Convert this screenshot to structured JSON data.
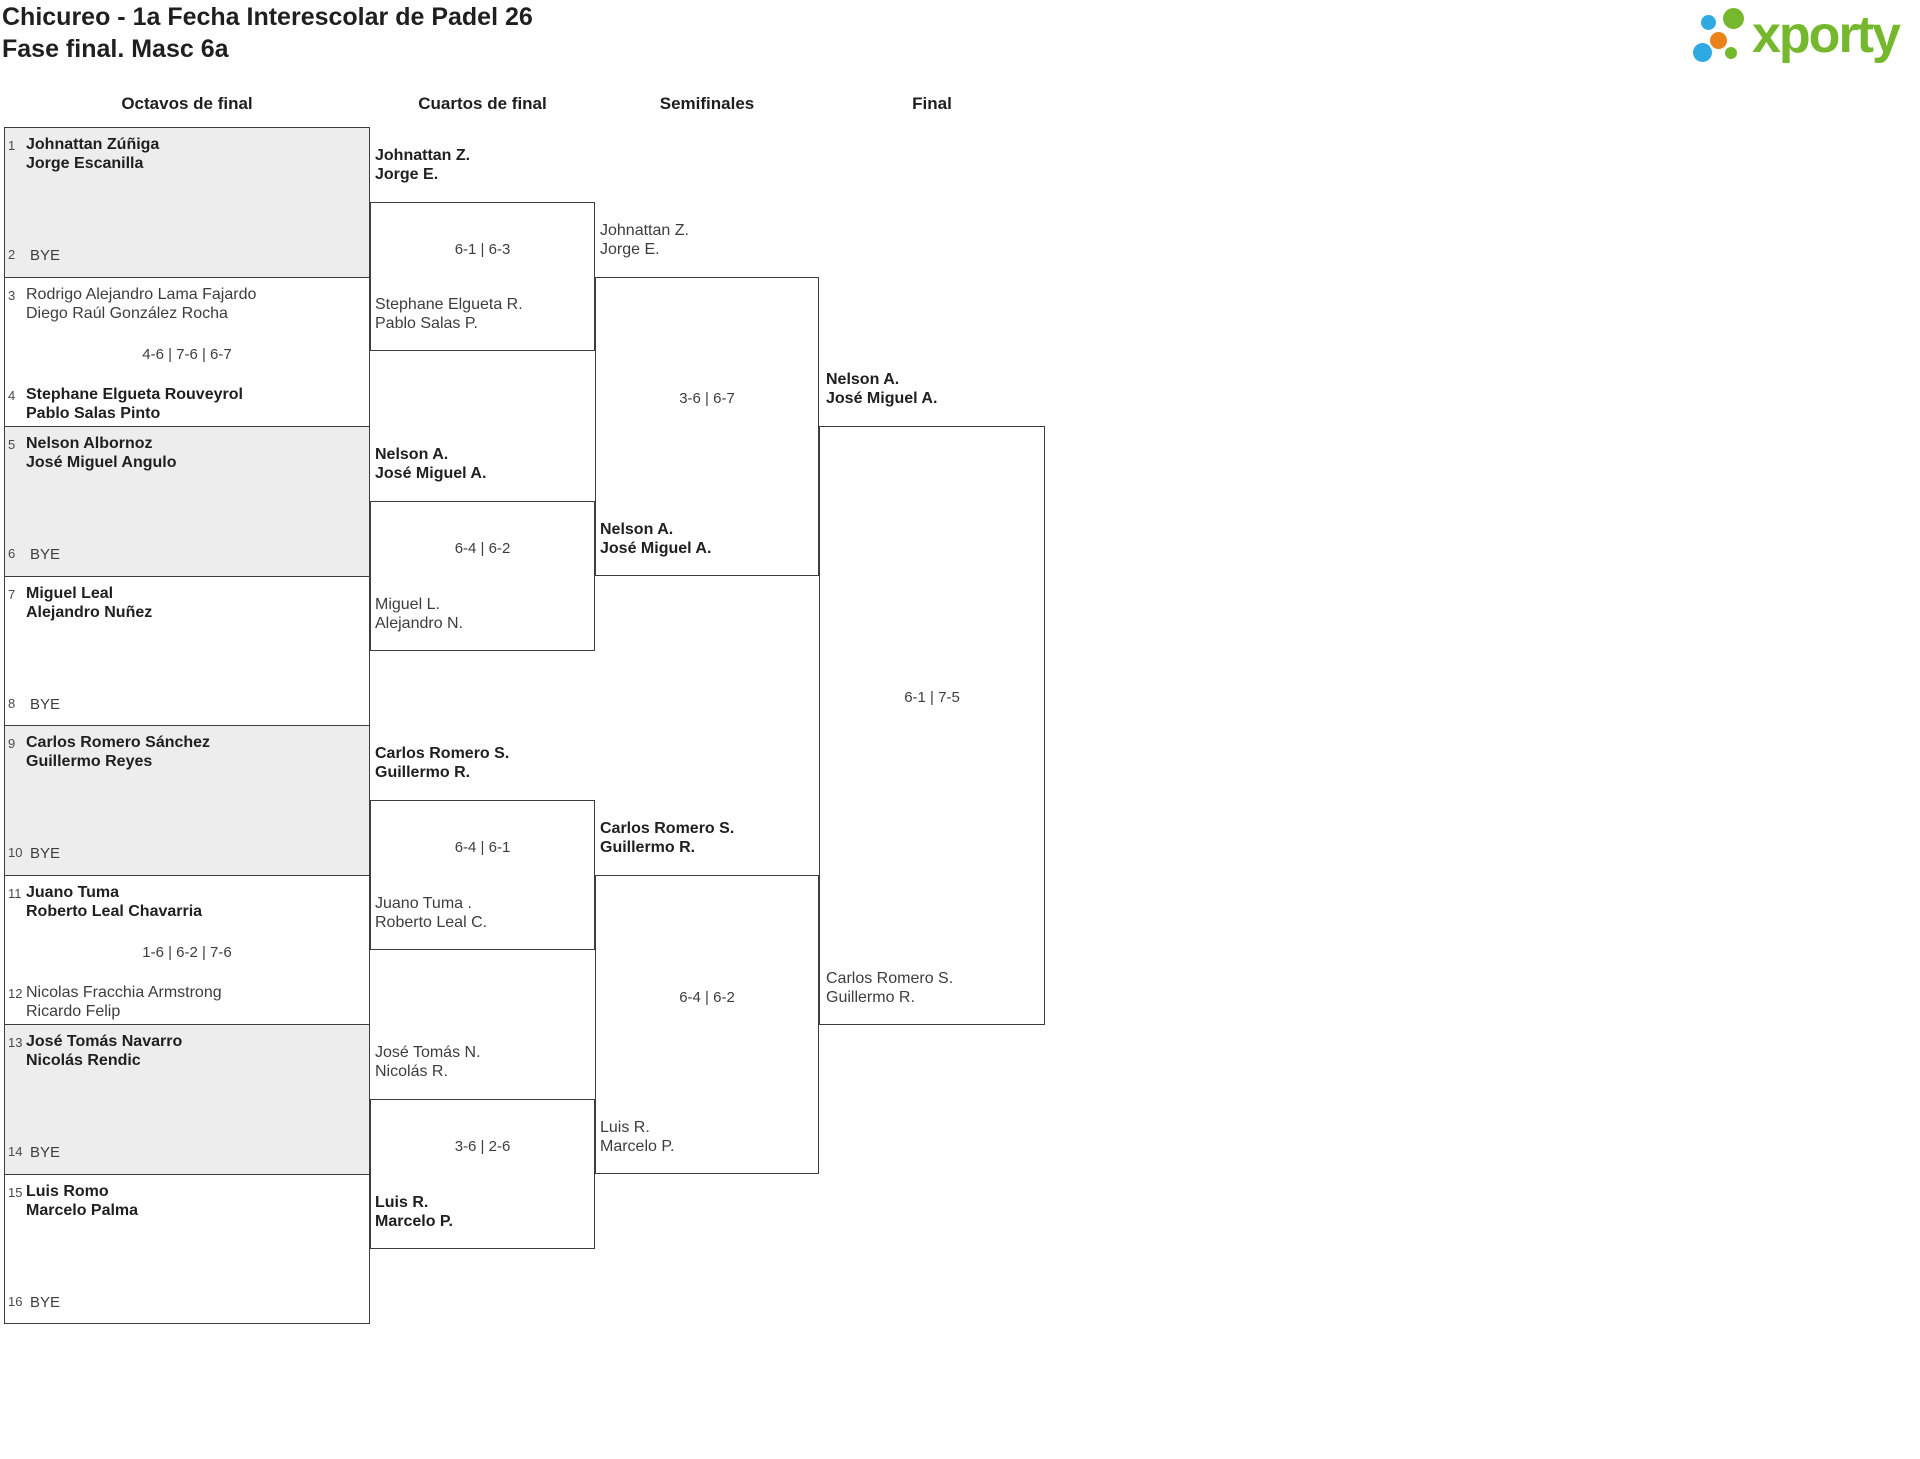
{
  "page": {
    "title_line1": "Chicureo - 1a Fecha Interescolar de Padel 26",
    "title_line2": "Fase final. Masc 6a"
  },
  "logo": {
    "text": "xporty",
    "green": "#76B82D",
    "blue": "#2FA9E1",
    "orange": "#E98218"
  },
  "headers": {
    "octavos": "Octavos de final",
    "cuartos": "Cuartos de final",
    "semis": "Semifinales",
    "final": "Final"
  },
  "colors": {
    "line": "#3d3d3d",
    "gray_fill": "#ededed",
    "winner_text": "#1f1f1f",
    "regular_text": "#3d3d3d"
  },
  "octavos": [
    {
      "seed_top": "1",
      "top1": "Johnattan Zúñiga",
      "top2": "Jorge Escanilla",
      "top_winner": true,
      "seed_bottom": "2",
      "bye": "BYE"
    },
    {
      "seed_top": "3",
      "top1": "Rodrigo Alejandro Lama Fajardo",
      "top2": "Diego Raúl González Rocha",
      "top_winner": false,
      "score": "4-6 | 7-6 | 6-7",
      "seed_bottom": "4",
      "bottom1": "Stephane Elgueta Rouveyrol",
      "bottom2": "Pablo Salas Pinto",
      "bottom_winner": true
    },
    {
      "seed_top": "5",
      "top1": "Nelson Albornoz",
      "top2": "José Miguel Angulo",
      "top_winner": true,
      "seed_bottom": "6",
      "bye": "BYE"
    },
    {
      "seed_top": "7",
      "top1": "Miguel Leal",
      "top2": "Alejandro Nuñez",
      "top_winner": true,
      "seed_bottom": "8",
      "bye": "BYE"
    },
    {
      "seed_top": "9",
      "top1": "Carlos Romero Sánchez",
      "top2": "Guillermo Reyes",
      "top_winner": true,
      "seed_bottom": "10",
      "bye": "BYE"
    },
    {
      "seed_top": "11",
      "top1": "Juano Tuma",
      "top2": "Roberto Leal Chavarria",
      "top_winner": true,
      "score": "1-6 | 6-2 | 7-6",
      "seed_bottom": "12",
      "bottom1": "Nicolas Fracchia Armstrong",
      "bottom2": "Ricardo Felip",
      "bottom_winner": false
    },
    {
      "seed_top": "13",
      "top1": "José Tomás Navarro",
      "top2": "Nicolás Rendic",
      "top_winner": true,
      "seed_bottom": "14",
      "bye": "BYE"
    },
    {
      "seed_top": "15",
      "top1": "Luis Romo",
      "top2": "Marcelo Palma",
      "top_winner": true,
      "seed_bottom": "16",
      "bye": "BYE"
    }
  ],
  "cuartos": [
    {
      "top1": "Johnattan Z.",
      "top2": "Jorge E.",
      "top_winner": true,
      "score": "6-1 | 6-3",
      "bottom1": "Stephane Elgueta R.",
      "bottom2": "Pablo Salas P.",
      "bottom_winner": false
    },
    {
      "top1": "Nelson A.",
      "top2": "José Miguel A.",
      "top_winner": true,
      "score": "6-4 | 6-2",
      "bottom1": "Miguel L.",
      "bottom2": "Alejandro N.",
      "bottom_winner": false
    },
    {
      "top1": "Carlos Romero S.",
      "top2": "Guillermo R.",
      "top_winner": true,
      "score": "6-4 | 6-1",
      "bottom1": "Juano Tuma .",
      "bottom2": "Roberto Leal C.",
      "bottom_winner": false
    },
    {
      "top1": "José Tomás N.",
      "top2": "Nicolás R.",
      "top_winner": false,
      "score": "3-6 | 2-6",
      "bottom1": "Luis R.",
      "bottom2": "Marcelo P.",
      "bottom_winner": true
    }
  ],
  "semifinales": [
    {
      "top1": "Johnattan Z.",
      "top2": "Jorge E.",
      "top_winner": false,
      "score": "3-6 | 6-7",
      "bottom1": "Nelson A.",
      "bottom2": "José Miguel A.",
      "bottom_winner": true
    },
    {
      "top1": "Carlos Romero S.",
      "top2": "Guillermo R.",
      "top_winner": true,
      "score": "6-4 | 6-2",
      "bottom1": "Luis R.",
      "bottom2": "Marcelo P.",
      "bottom_winner": false
    }
  ],
  "final": {
    "top1": "Nelson A.",
    "top2": "José Miguel A.",
    "top_winner": true,
    "score": "6-1 | 7-5",
    "bottom1": "Carlos Romero S.",
    "bottom2": "Guillermo R.",
    "bottom_winner": false
  }
}
